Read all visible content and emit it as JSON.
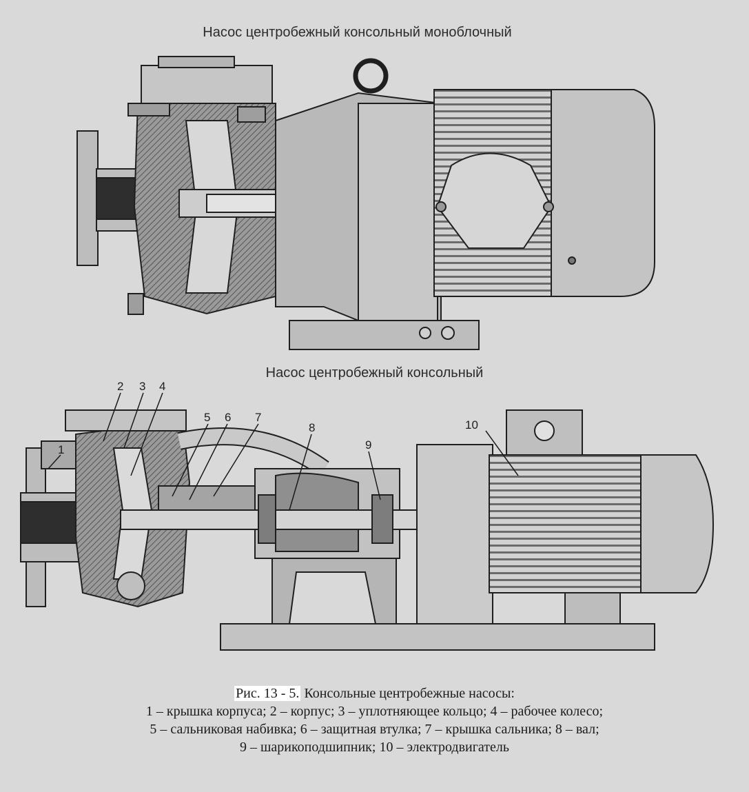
{
  "figure": {
    "title_top": "Насос центробежный консольный моноблочный",
    "title_bottom": "Насос центробежный консольный",
    "callouts": [
      "1",
      "2",
      "3",
      "4",
      "5",
      "6",
      "7",
      "8",
      "9",
      "10"
    ]
  },
  "caption": {
    "figure_label": "Рис. 13 - 5.",
    "figure_title": " Консольные центробежные насосы:",
    "line2": "1 – крышка корпуса; 2 – корпус; 3 – уплотняющее кольцо; 4 – рабочее колесо;",
    "line3": "5 – сальниковая набивка; 6 – защитная втулка; 7 – крышка сальника; 8 – вал;",
    "line4": "9 – шарикоподшипник; 10 – электродвигатель"
  },
  "colors": {
    "background": "#d9d9d9",
    "metal_light": "#cfcfcf",
    "metal_mid": "#a9a9a9",
    "metal_dark": "#3a3a3a",
    "outline": "#1f1f1f"
  }
}
